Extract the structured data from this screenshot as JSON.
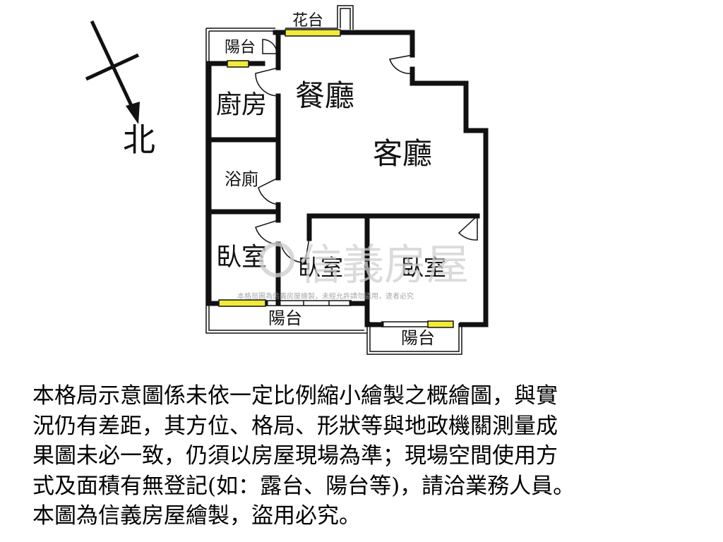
{
  "compass": {
    "label": "北"
  },
  "rooms": {
    "flower_balcony": "花台",
    "balcony_nw": "陽台",
    "kitchen": "廚房",
    "dining": "餐廳",
    "living": "客廳",
    "bathroom": "浴廁",
    "bedroom_1": "臥室",
    "bedroom_2": "臥室",
    "bedroom_3": "臥室",
    "balcony_sw": "陽台",
    "balcony_se": "陽台"
  },
  "watermark": {
    "brand": "信義房屋",
    "notice": "本格局圖為信義房屋繪製，未經允許請勿盜用，違者必究"
  },
  "disclaimer": {
    "lines": [
      "本格局示意圖係未依一定比例縮小繪製之概繪圖，與實",
      "況仍有差距，其方位、格局、形狀等與地政機關測量成",
      "果圖未必一致，仍須以房屋現場為準；現場空間使用方",
      "式及面積有無登記(如：露台、陽台等)，請洽業務人員。",
      "本圖為信義房屋繪製，盜用必究。"
    ]
  },
  "colors": {
    "wall": "#111111",
    "window": "#f2ea3a",
    "watermark": "#cfcfcf"
  }
}
